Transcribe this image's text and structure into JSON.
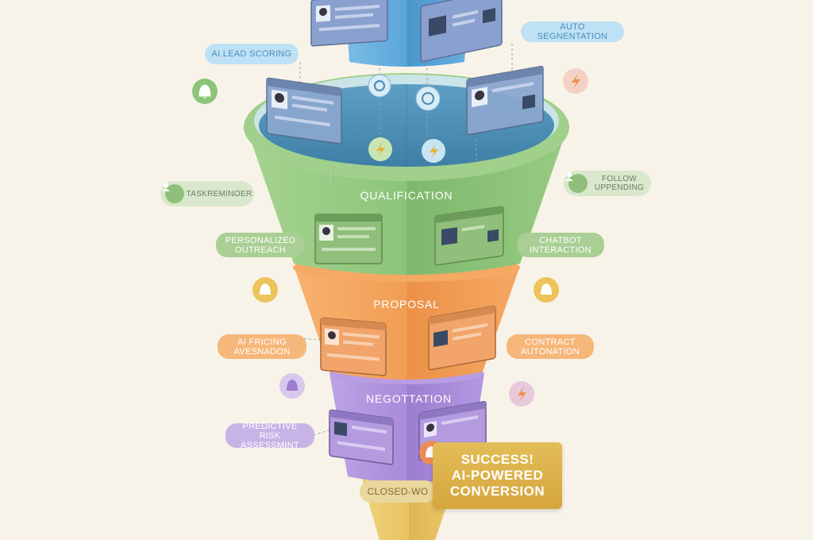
{
  "stages": {
    "qualification": "QUALIFICATION",
    "proposal": "PROPOSAL",
    "negotiation": "NEGOTTATION",
    "closed": "CLOSED-WO"
  },
  "callouts": {
    "ai_lead_scoring": "AI LEAD SCORING",
    "auto_segmentation": "AUTO SEGNENTATION",
    "task_reminder": [
      "TASK",
      "REMINOER"
    ],
    "follow_up": [
      "FOLLOW UP",
      "PENDING"
    ],
    "personalized_outreach": [
      "PERSONALIZED",
      "OUTREACH"
    ],
    "chatbot_interaction": [
      "CHATBOT",
      "INTERACTION"
    ],
    "ai_pricing": [
      "AI FRICING",
      "AVESNADON"
    ],
    "contract_automation": [
      "CONTRACT",
      "AUTONATION"
    ],
    "predictive_risk": [
      "PREDICTIVE",
      "RISK ASSESSMINT"
    ]
  },
  "success": [
    "SUCCESS!",
    "AI-POWERED",
    "CONVERSION"
  ],
  "colors": {
    "blue": "#5aa5d8",
    "green": "#8cc47a",
    "orange": "#f29e55",
    "purple": "#a98bd9",
    "gold": "#e8c463",
    "background": "#f8f3e9"
  },
  "icons": [
    "bell-icon",
    "bolt-icon",
    "person-icon",
    "brain-icon",
    "chip-icon",
    "avatar-icon"
  ]
}
